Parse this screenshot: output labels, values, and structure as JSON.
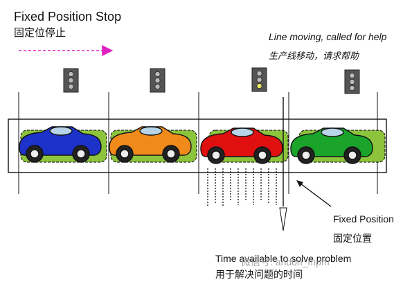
{
  "title": {
    "en": "Fixed Position Stop",
    "zh": "固定位停止"
  },
  "help": {
    "en": "Line moving, called for help",
    "zh": "生产线移动，请求帮助"
  },
  "fixed_position": {
    "en": "Fixed Position",
    "zh": "固定位置"
  },
  "time_available": {
    "en": "Time available to solve problem",
    "zh": "用于解决问题的时间"
  },
  "watermark": "微信号: andon_mpm",
  "colors": {
    "car_blue": "#1d32c8",
    "car_orange": "#f08a1a",
    "car_red": "#e01010",
    "car_green": "#1aa52a",
    "pallet_green": "#8cc43c",
    "arrow_pink": "#e020c0",
    "lamp_yellow": "#e8e860"
  },
  "icons": [
    "andon-light-icon",
    "car-icon",
    "arrow-icon"
  ]
}
